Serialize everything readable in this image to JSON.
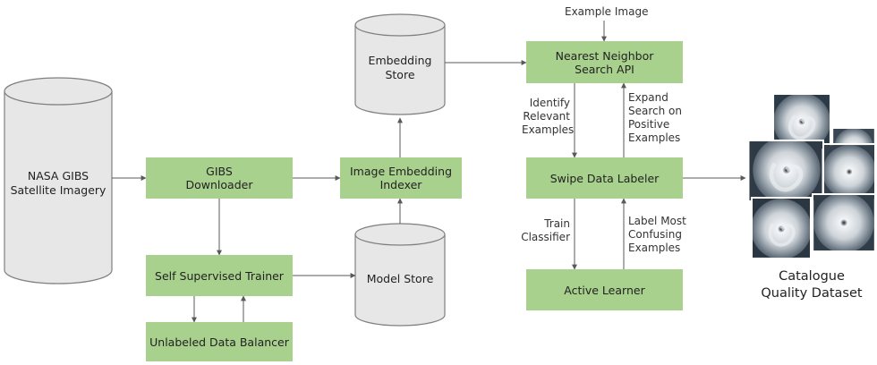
{
  "nodes": {
    "nasa": [
      "NASA GIBS",
      "Satellite Imagery"
    ],
    "downloader": [
      "GIBS",
      "Downloader"
    ],
    "trainer": "Self Supervised Trainer",
    "balancer": "Unlabeled Data Balancer",
    "indexer": [
      "Image Embedding",
      "Indexer"
    ],
    "embedding_store": [
      "Embedding",
      "Store"
    ],
    "model_store": "Model Store",
    "nn_search": [
      "Nearest Neighbor",
      "Search API"
    ],
    "labeler": "Swipe Data Labeler",
    "active_learner": "Active Learner",
    "example_image": "Example Image",
    "catalogue": [
      "Catalogue",
      "Quality Dataset"
    ]
  },
  "edge_labels": {
    "identify": [
      "Identify",
      "Relevant",
      "Examples"
    ],
    "expand": [
      "Expand",
      "Search on",
      "Positive",
      "Examples"
    ],
    "train": [
      "Train",
      "Classifier"
    ],
    "label_most": [
      "Label Most",
      "Confusing",
      "Examples"
    ]
  },
  "colors": {
    "box_fill": "#a9d18e",
    "cylinder_fill": "#e7e7e7",
    "cylinder_stroke": "#7f7f7f",
    "arrow": "#595959"
  },
  "icons": {
    "hurricane_tiles": "hurricane-satellite-image"
  }
}
